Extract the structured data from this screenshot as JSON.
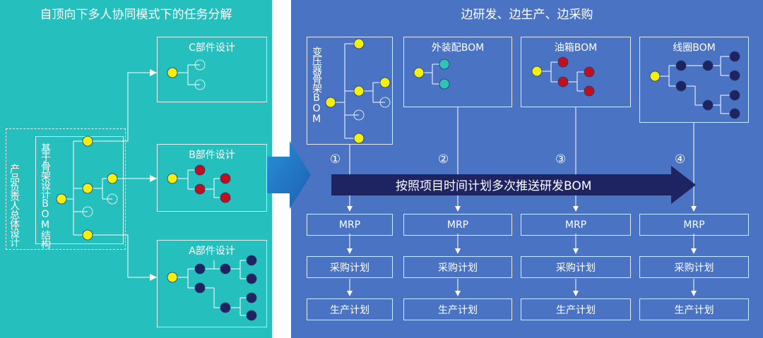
{
  "left": {
    "title": "自顶向下多人协同模式下的任务分解",
    "owner_label": "产品负责人总体设计",
    "skeleton_label": "基于骨架设计BOM结构",
    "parts": [
      {
        "label": "C部件设计"
      },
      {
        "label": "B部件设计"
      },
      {
        "label": "A部件设计"
      }
    ]
  },
  "right": {
    "title": "边研发、边生产、边采购",
    "boms": [
      {
        "label": "变压器骨架BOM",
        "number": "①"
      },
      {
        "label": "外装配BOM",
        "number": "②"
      },
      {
        "label": "油箱BOM",
        "number": "③"
      },
      {
        "label": "线圈BOM",
        "number": "④"
      }
    ],
    "banner": "按照项目时间计划多次推送研发BOM",
    "steps": [
      "MRP",
      "采购计划",
      "生产计划"
    ]
  },
  "colors": {
    "left_bg": "#25bfbd",
    "right_bg": "#4a73c4",
    "yellow": "#f5ef11",
    "teal": "#2ec4b6",
    "red": "#c0101e",
    "navy": "#1f2460",
    "banner": "#1e2462"
  }
}
